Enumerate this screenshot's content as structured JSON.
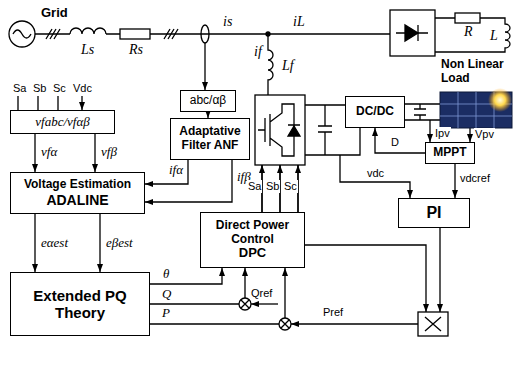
{
  "diagram": {
    "nodes": [
      {
        "text": [
          "DC/DC"
        ]
      },
      {
        "text": [
          "abc/αβ"
        ]
      },
      {
        "text": [
          "vfabc/vfαβ"
        ]
      },
      {
        "text": [
          "Adaptative Filter ANF"
        ]
      },
      {
        "text": [
          "MPPT"
        ]
      },
      {
        "text": [
          "Voltage Estimation",
          "ADALINE"
        ]
      },
      {
        "text": [
          "PI"
        ]
      },
      {
        "text": [
          "Direct Power Control",
          "DPC"
        ]
      },
      {
        "text": [
          "Extended PQ Theory"
        ]
      }
    ],
    "edges": [
      {
        "from": 1,
        "to": 3,
        "arrow": "to"
      },
      {
        "from": 2,
        "to": 5,
        "label": "vfα",
        "arrow": "to"
      },
      {
        "from": 2,
        "to": 5,
        "label": "vfβ",
        "arrow": "to"
      },
      {
        "from": 3,
        "to": 5,
        "label": "ifα",
        "arrow": "to"
      },
      {
        "from": 3,
        "to": 5,
        "label": "ifβ",
        "arrow": "to"
      },
      {
        "from": 4,
        "to": 0,
        "label": "D",
        "arrow": "to"
      },
      {
        "from": 4,
        "to": 6,
        "label": "vdcref",
        "arrow": "to"
      },
      {
        "from": 5,
        "to": 8,
        "label": "eαest",
        "arrow": "to"
      },
      {
        "from": 5,
        "to": 8,
        "label": "eβest",
        "arrow": "to"
      },
      {
        "from": 8,
        "to": 7,
        "label": "θ",
        "arrow": "to"
      },
      {
        "from": 8,
        "to": 7,
        "label": "Q",
        "arrow": "to"
      },
      {
        "from": 8,
        "to": 7,
        "label": "P",
        "arrow": "to"
      }
    ],
    "labels": [
      "Grid",
      "Ls",
      "Rs",
      "is",
      "iL",
      "if",
      "Lf",
      "R",
      "L",
      "Non Linear Load",
      "Sa",
      "Sb",
      "Sc",
      "Vdc",
      "Sa",
      "Sb",
      "Sc",
      "Ipv",
      "Vpv",
      "vdc",
      "Qref",
      "Pref"
    ]
  }
}
